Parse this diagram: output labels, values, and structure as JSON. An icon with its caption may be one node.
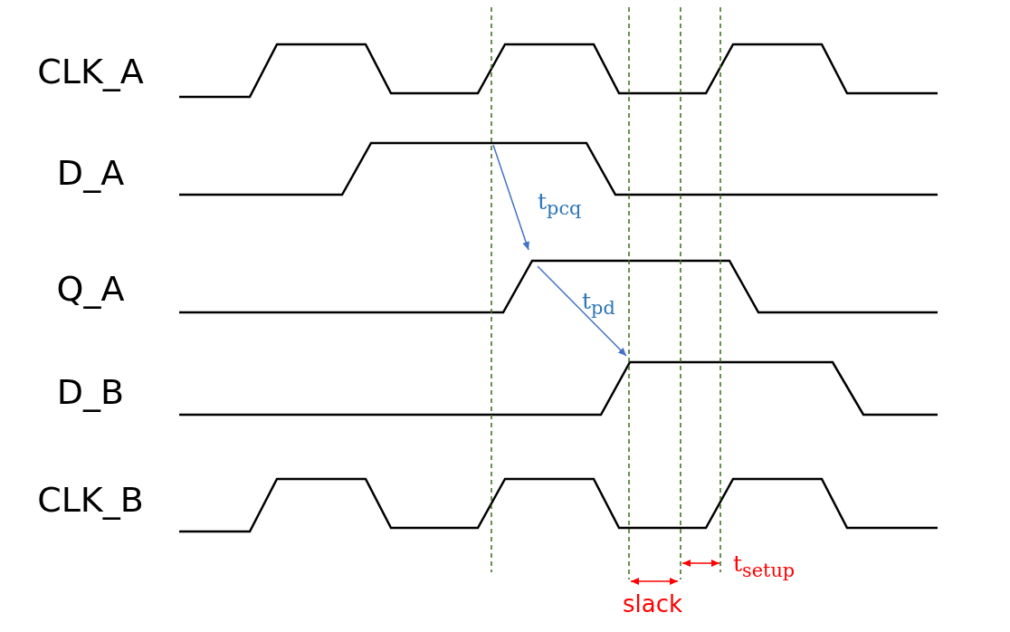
{
  "diagram": {
    "labels": [
      "CLK_A",
      "D_A",
      "t$_{pcq}$",
      "Q_A",
      "t$_{pd}$",
      "D_B",
      "CLK_B",
      "t$_{setup}$",
      "slack"
    ]
  }
}
